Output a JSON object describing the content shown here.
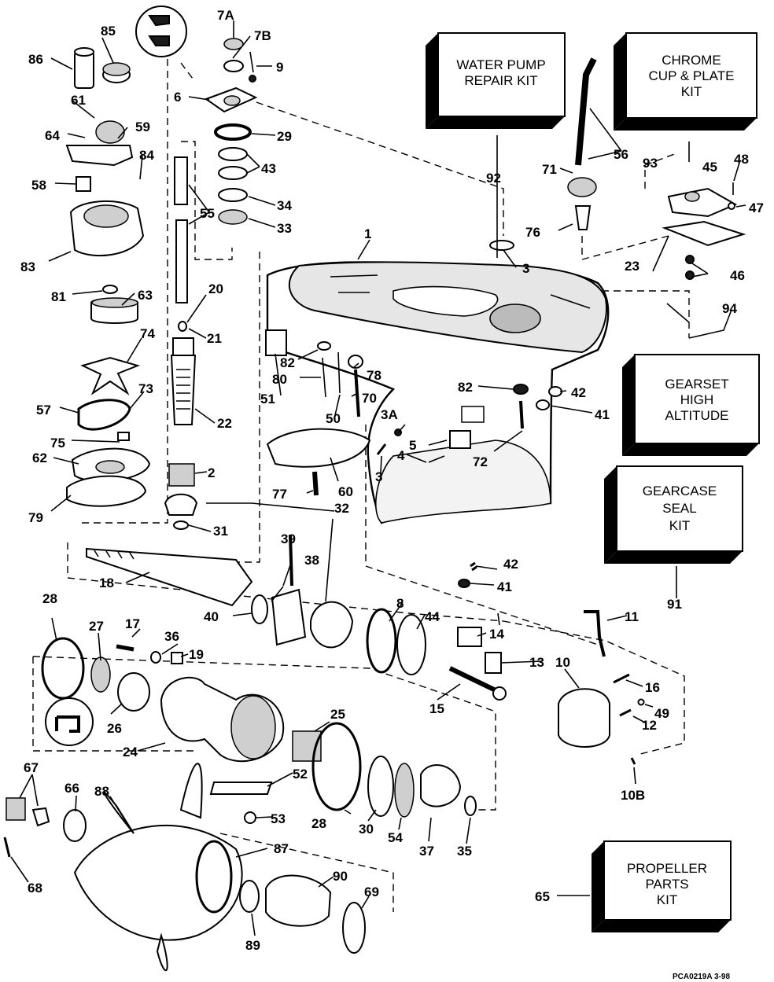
{
  "kits": [
    {
      "lines": [
        "WATER PUMP",
        "REPAIR KIT"
      ]
    },
    {
      "lines": [
        "CHROME",
        "CUP & PLATE",
        "KIT"
      ]
    },
    {
      "lines": [
        "GEARSET",
        "HIGH",
        "ALTITUDE"
      ]
    },
    {
      "lines": [
        "GEARCASE",
        "SEAL",
        "KIT"
      ]
    },
    {
      "lines": [
        "PROPELLER",
        "PARTS",
        "KIT"
      ]
    }
  ],
  "callouts": [
    "86",
    "85",
    "61",
    "64",
    "59",
    "84",
    "58",
    "83",
    "81",
    "63",
    "74",
    "73",
    "57",
    "75",
    "62",
    "79",
    "7A",
    "7B",
    "9",
    "6",
    "29",
    "43",
    "34",
    "33",
    "55",
    "20",
    "21",
    "22",
    "2",
    "31",
    "32",
    "1",
    "3",
    "92",
    "71",
    "76",
    "56",
    "93",
    "45",
    "48",
    "47",
    "23",
    "46",
    "94",
    "82",
    "80",
    "51",
    "78",
    "70",
    "50",
    "82",
    "42",
    "41",
    "3A",
    "5",
    "4",
    "3",
    "72",
    "60",
    "77",
    "42",
    "41",
    "39",
    "38",
    "18",
    "40",
    "8",
    "44",
    "14",
    "13",
    "15",
    "11",
    "10",
    "16",
    "49",
    "12",
    "10B",
    "91",
    "28",
    "27",
    "17",
    "36",
    "19",
    "26",
    "24",
    "25",
    "52",
    "53",
    "28",
    "30",
    "54",
    "37",
    "35",
    "67",
    "66",
    "88",
    "68",
    "87",
    "89",
    "90",
    "69",
    "65"
  ],
  "footer": {
    "code": "PCA0219A   3-98"
  }
}
